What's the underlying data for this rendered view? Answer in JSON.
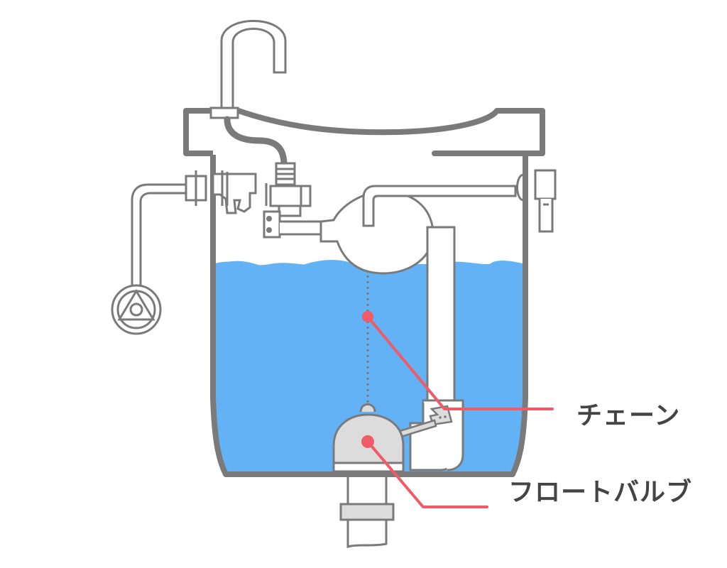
{
  "diagram": {
    "subject": "Toilet tank cross-section",
    "labels": {
      "chain": "チェーン",
      "float_valve": "フロートバルブ"
    },
    "components": [
      "faucet-spout",
      "tank-lid",
      "water-supply-pipe",
      "stop-valve-handle",
      "ball-tap",
      "float-ball",
      "flush-lever",
      "overflow-pipe",
      "chain",
      "float-valve",
      "drain-pipe"
    ],
    "colors": {
      "outline": "#7a7a7a",
      "water": "#63b2f5",
      "callout": "#ef5b66",
      "label_text": "#444444",
      "float_valve_fill": "#dcdcdc",
      "background": "#ffffff"
    }
  }
}
